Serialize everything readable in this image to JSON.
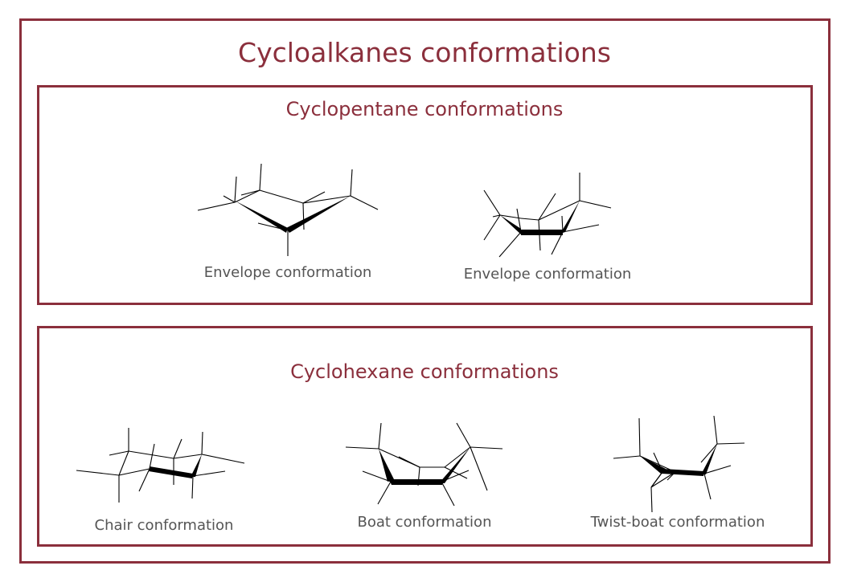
{
  "diagram": {
    "title": "Cycloalkanes conformations",
    "accent_color": "#8b2f3c",
    "caption_color": "#555555",
    "sections": [
      {
        "title": "Cyclopentane conformations",
        "structures": [
          {
            "label": "Envelope conformation"
          },
          {
            "label": "Envelope conformation"
          }
        ]
      },
      {
        "title": "Cyclohexane conformations",
        "structures": [
          {
            "label": "Chair conformation"
          },
          {
            "label": "Boat conformation"
          },
          {
            "label": "Twist-boat conformation"
          }
        ]
      }
    ]
  }
}
